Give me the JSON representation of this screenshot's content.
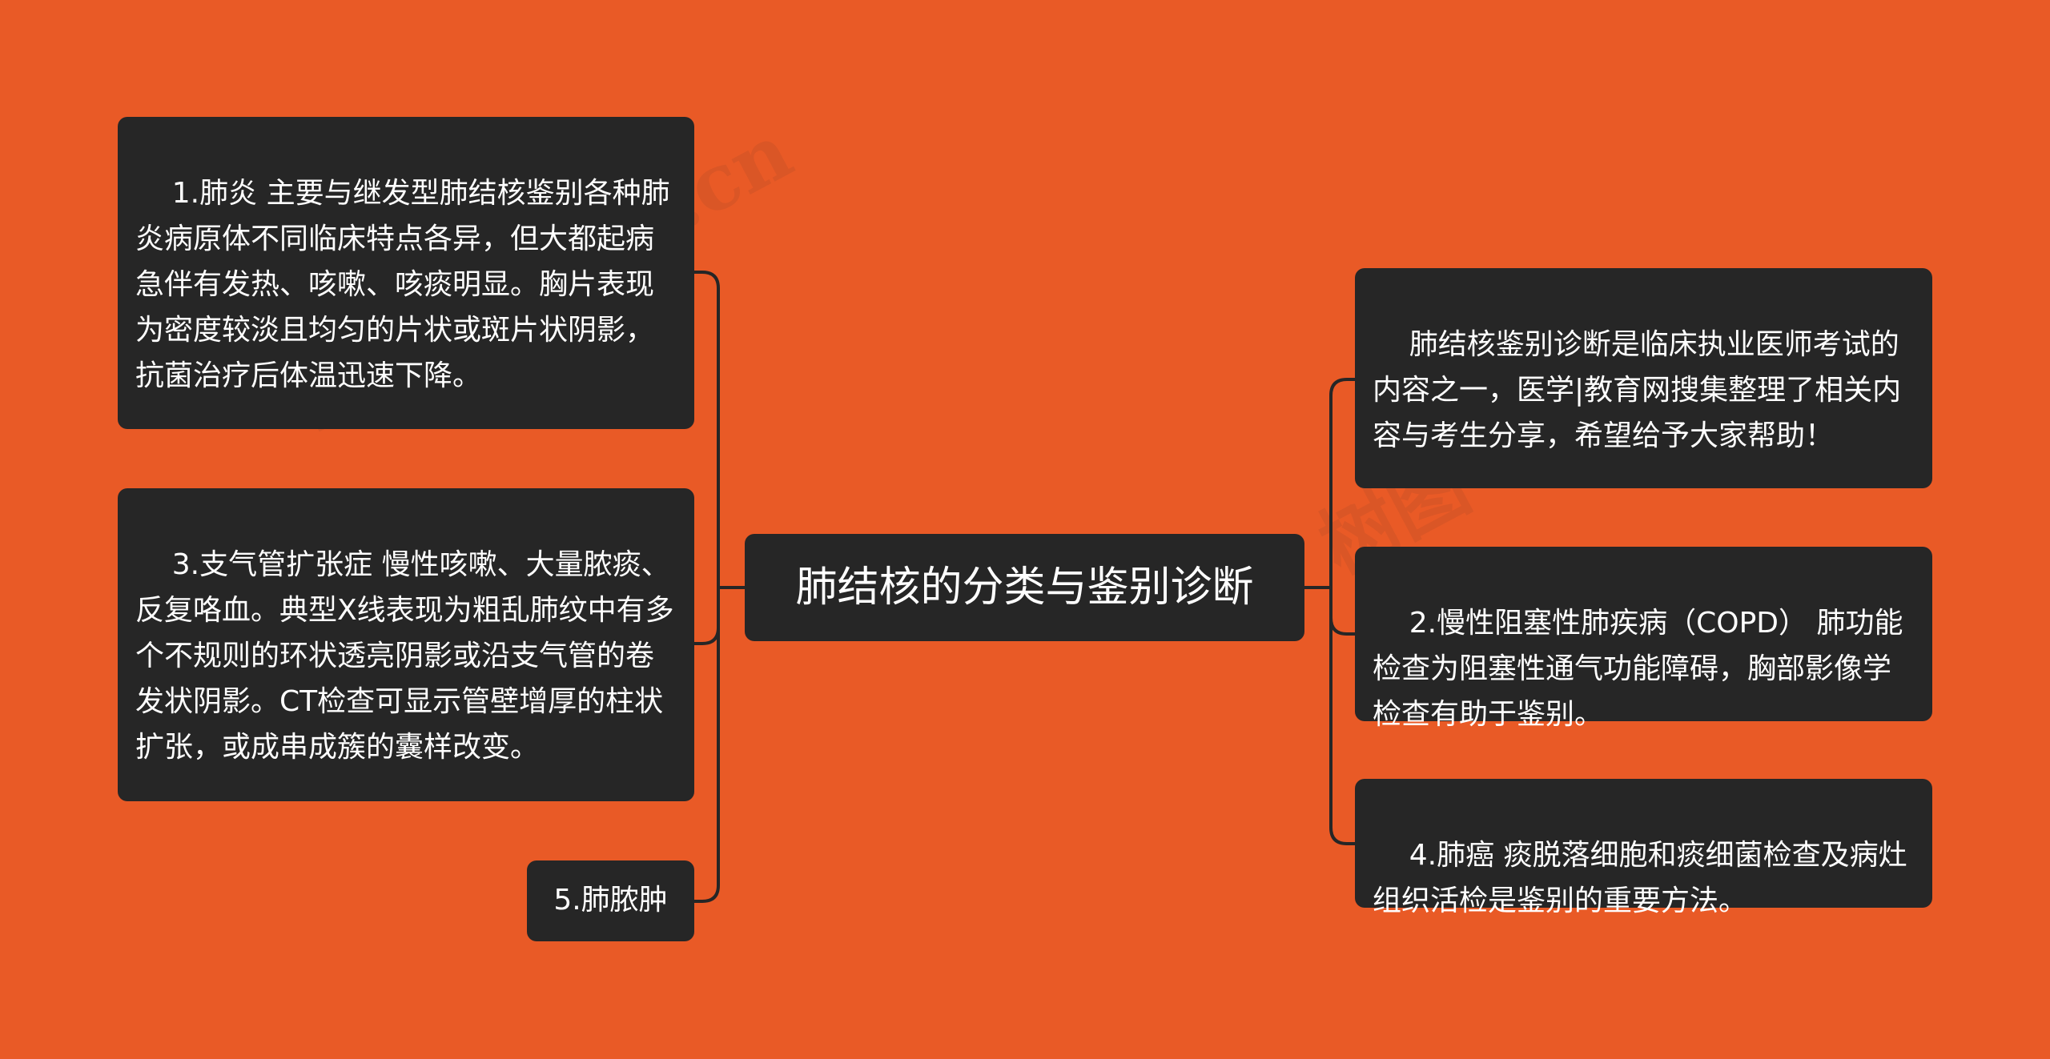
{
  "colors": {
    "background": "#E95A26",
    "node_fill": "#262626",
    "node_text": "#FFFFFF",
    "connector": "#262626"
  },
  "watermark": {
    "text_left": "树图 shutu.cn",
    "text_right": "树图"
  },
  "center": {
    "label": "肺结核的分类与鉴别诊断"
  },
  "left_branches": [
    {
      "label": "1.肺炎 主要与继发型肺结核鉴别各种肺炎病原体不同临床特点各异，但大都起病急伴有发热、咳嗽、咳痰明显。胸片表现为密度较淡且均匀的片状或斑片状阴影，抗菌治疗后体温迅速下降。"
    },
    {
      "label": "3.支气管扩张症 慢性咳嗽、大量脓痰、反复咯血。典型X线表现为粗乱肺纹中有多个不规则的环状透亮阴影或沿支气管的卷发状阴影。CT检查可显示管壁增厚的柱状扩张，或成串成簇的囊样改变。"
    },
    {
      "label": "5.肺脓肿"
    }
  ],
  "right_branches": [
    {
      "label": "肺结核鉴别诊断是临床执业医师考试的内容之一，医学|教育网搜集整理了相关内容与考生分享，希望给予大家帮助！"
    },
    {
      "label": "2.慢性阻塞性肺疾病（COPD） 肺功能检查为阻塞性通气功能障碍，胸部影像学检查有助于鉴别。"
    },
    {
      "label": "4.肺癌 痰脱落细胞和痰细菌检查及病灶组织活检是鉴别的重要方法。"
    }
  ]
}
